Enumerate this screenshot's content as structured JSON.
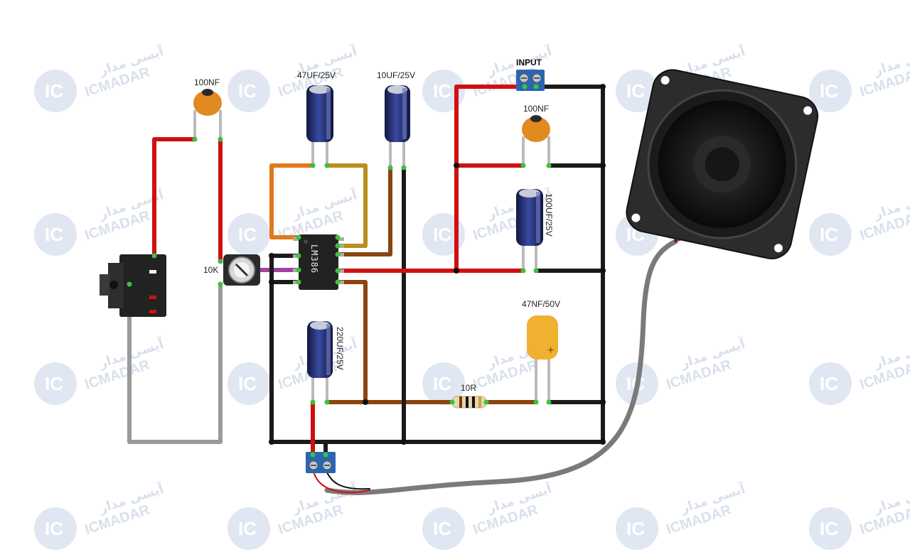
{
  "watermark": {
    "latin": "ICMADAR",
    "persian": "آیسی مدار",
    "badge": "IC"
  },
  "labels": {
    "c_input_filter": "100NF",
    "c1": "47UF/25V",
    "c2": "10UF/25V",
    "input": "INPUT",
    "c_supply_ceramic": "100NF",
    "c_supply_elec": "100UF/25V",
    "pot": "10K",
    "chip": "LM386",
    "c_output": "220UF/25V",
    "c_tantalum": "47NF/50V",
    "resistor": "10R",
    "tantalum_plus": "+"
  },
  "colors": {
    "wire_red": "#d01010",
    "wire_black": "#1a1a1a",
    "wire_grey": "#9a9a9a",
    "wire_orange": "#e07a1a",
    "wire_olive": "#b8901a",
    "wire_brown": "#8a4410",
    "wire_purple": "#a040a0",
    "capacitor_blue": "#1c2a6a",
    "ceramic_orange": "#e08a20",
    "tantalum_yellow": "#f0b030",
    "terminal_blue": "#2a66b0",
    "watermark_blue": "#b9c7dd"
  }
}
